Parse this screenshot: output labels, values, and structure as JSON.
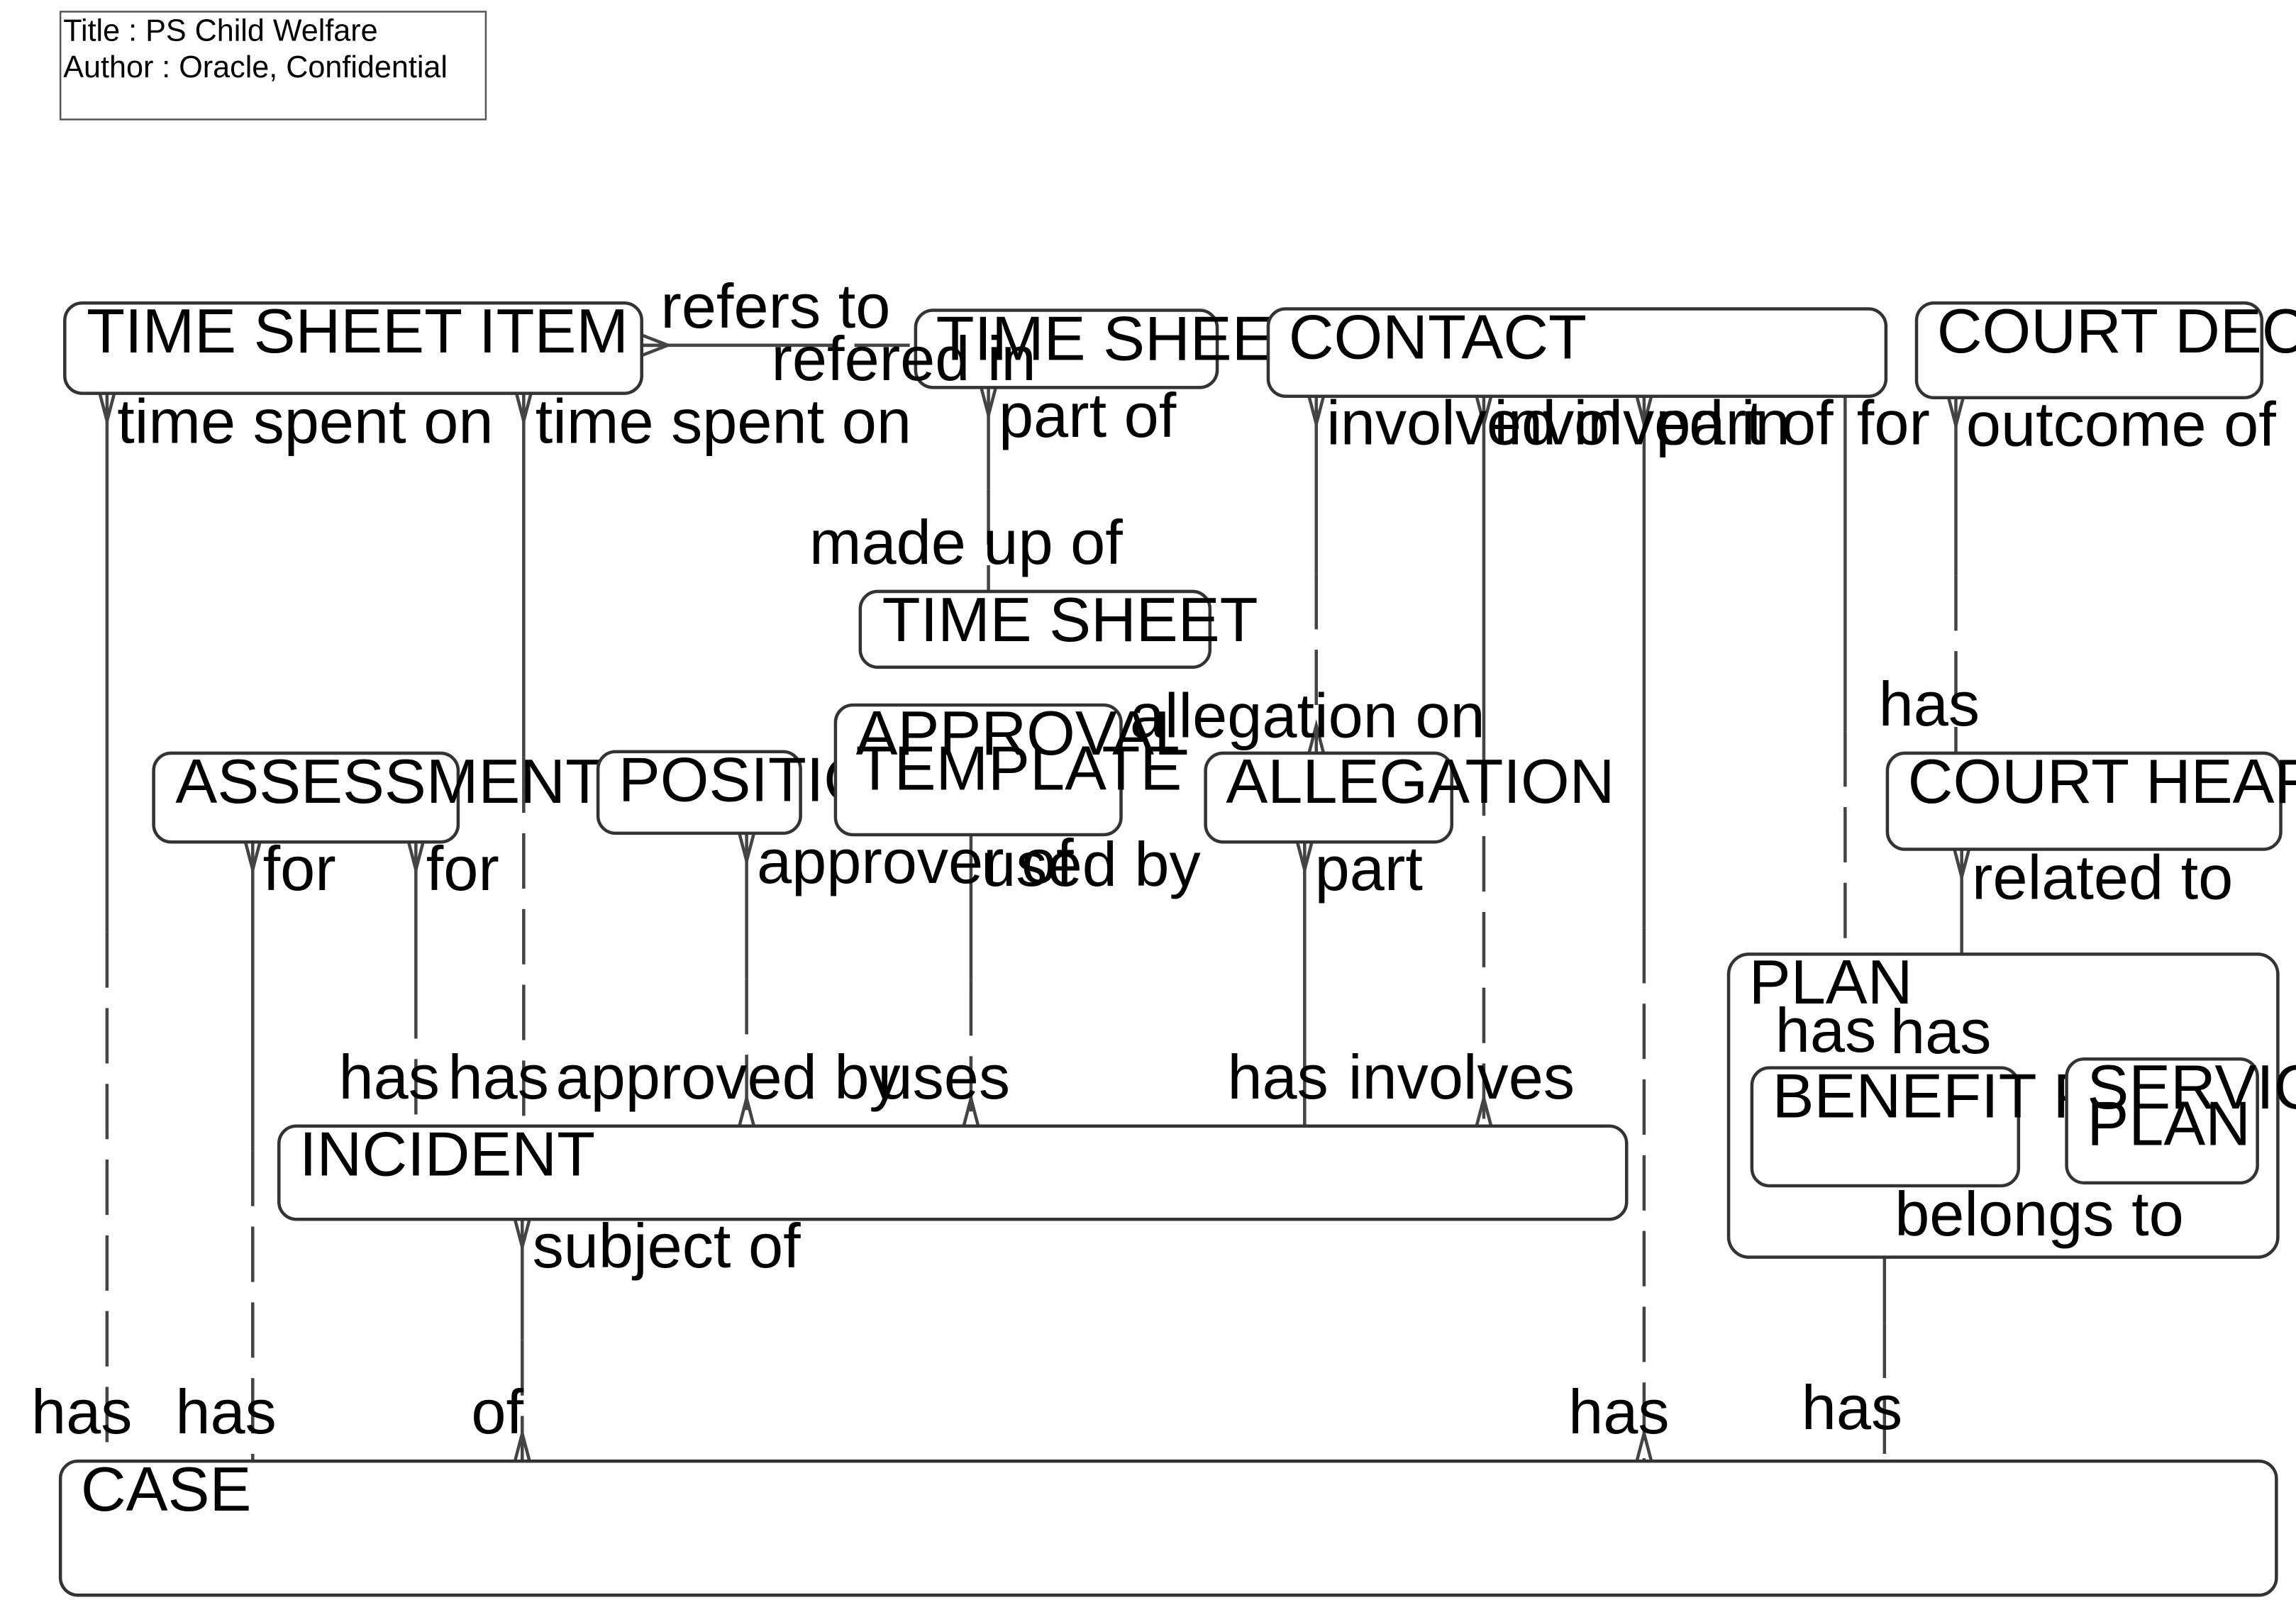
{
  "header": {
    "title": "Title : PS Child Welfare",
    "author": "Author : Oracle, Confidential"
  },
  "entities": {
    "time_sheet_item": "TIME SHEET ITEM",
    "time_sheet_line": "TIME SHEET LINE",
    "contact": "CONTACT",
    "court_decision": "COURT DECISION",
    "time_sheet": "TIME SHEET",
    "assessment": "ASSESSMENT",
    "position": "POSITION",
    "approval_template_1": "APPROVAL",
    "approval_template_2": "TEMPLATE",
    "allegation": "ALLEGATION",
    "court_hearing": "COURT HEARING",
    "plan": "PLAN",
    "benefit_plan": "BENEFIT PLAN",
    "service_plan_1": "SERVICE",
    "service_plan_2": "PLAN",
    "incident": "INCIDENT",
    "case": "CASE"
  },
  "relationships": {
    "tsi_tsl_refers_to": "refers to",
    "tsi_tsl_refered_in": "refered in",
    "tsi_case_time_spent_on": "time spent on",
    "tsi_case_has": "has",
    "tsi_incident_time_spent_on": "time spent on",
    "tsi_incident_has": "has",
    "tsl_ts_part_of": "part of",
    "tsl_ts_made_up_of": "made up of",
    "contact_allegation_involved_in": "involved in",
    "contact_allegation_allegation_on": "allegation on",
    "contact_incident_involved_in": "involved in",
    "contact_incident_involves": "involves",
    "contact_case_part_of": "part of",
    "contact_case_has": "has",
    "contact_benefit_for": "for",
    "contact_benefit_has": "has",
    "court_decision_outcome_of": "outcome of",
    "court_hearing_has": "has",
    "assessment_case_for": "for",
    "assessment_case_has": "has",
    "assessment_incident_for": "for",
    "assessment_incident_has": "has",
    "position_approver_of": "approver of",
    "incident_approved_by": "approved by",
    "approval_used_by": "used by",
    "incident_uses": "uses",
    "allegation_part": "part",
    "incident_has_allegation": "has",
    "court_hearing_related_to": "related to",
    "plan_has_court_hearing": "has",
    "benefit_plan_belongs_to": "belongs to",
    "case_has_plan": "has",
    "incident_subject_of": "subject of",
    "case_of_incident": "of"
  }
}
